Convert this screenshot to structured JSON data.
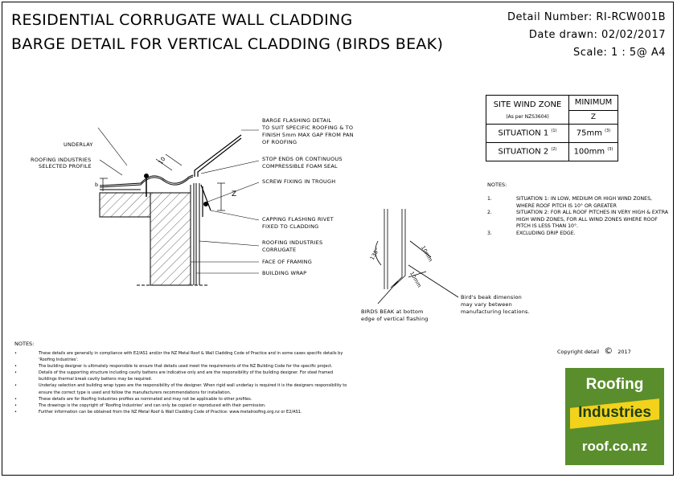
{
  "title": {
    "line1": "RESIDENTIAL CORRUGATE WALL CLADDING",
    "line2": "BARGE DETAIL FOR VERTICAL CLADDING (BIRDS BEAK)"
  },
  "meta": {
    "detail_number": "Detail Number:  RI-RCW001B",
    "date_drawn": "Date drawn:  02/02/2017",
    "scale": "Scale:    1 : 5@ A4"
  },
  "wind_table": {
    "header_left": "SITE WIND ZONE",
    "header_left_sub": "(As per NZS3604)",
    "header_right": "MINIMUM",
    "header_right_sub": "Z",
    "row1_label": "SITUATION 1",
    "row1_ref": "(1)",
    "row1_value": "75mm",
    "row1_value_ref": "(3)",
    "row2_label": "SITUATION 2",
    "row2_ref": "(2)",
    "row2_value": "100mm",
    "row2_value_ref": "(3)"
  },
  "right_notes": {
    "heading": "NOTES:",
    "items": [
      {
        "num": "1.",
        "text": "SITUATION 1: IN LOW, MEDIUM OR HIGH WIND ZONES, WHERE ROOF PITCH IS 10° OR GREATER"
      },
      {
        "num": "2.",
        "text": "SITUATION 2: FOR ALL ROOF PITCHES IN VERY HIGH & EXTRA HIGH WIND ZONES, FOR ALL WIND ZONES WHERE ROOF PITCH IS LESS THAN 10°."
      },
      {
        "num": "3.",
        "text": "EXCLUDING DRIP EDGE."
      }
    ]
  },
  "labels": {
    "underlay": "UNDERLAY",
    "ri_profile_1": "ROOFING INDUSTRIES",
    "ri_profile_2": "SELECTED PROFILE",
    "barge_1": "BARGE FLASHING DETAIL",
    "barge_2": "TO SUIT SPECIFIC ROOFING & TO",
    "barge_3": "FINISH 5mm MAX GAP FROM PAN",
    "barge_4": "OF ROOFING",
    "stop_1": "STOP ENDS OR CONTINUOUS",
    "stop_2": "COMPRESSIBLE FOAM SEAL",
    "screw": "SCREW FIXING IN TROUGH",
    "capping_1": "CAPPING FLASHING RIVET",
    "capping_2": "FIXED TO CLADDING",
    "corrugate_1": "ROOFING INDUSTRIES",
    "corrugate_2": "CORRUGATE",
    "framing": "FACE OF FRAMING",
    "wrap": "BUILDING WRAP",
    "dim_10": "10",
    "dim_b": "b",
    "dim_z": "Z",
    "dim_135": "135°",
    "dim_10mm_a": "10mm",
    "dim_10mm_b": "10mm",
    "bb_1": "BIRDS BEAK at bottom",
    "bb_2": "edge of vertical flashing",
    "bbnote_1": "Bird's beak dimension",
    "bbnote_2": "may vary between",
    "bbnote_3": "manufacturing locations."
  },
  "notes": {
    "heading": "NOTES:",
    "items": [
      "These details are generally in compliance with E2/AS1 and/or the NZ Metal Roof & Wall Cladding Code of Practice and in some cases specific details by 'Roofing Industries'.",
      "The building designer is ultimately responsible to ensure that details used meet the requirements of the NZ Building Code for the specific project.",
      "Details of the supporting structure including cavity battens are indicative only and are the responsibility of the building designer. For steel framed buildings thermal break cavity battens may be required.",
      "Underlay selection and building wrap types are the responsibility of the designer. When rigid wall underlay is required it is the designers responsibility to ensure the correct type is used and follow the manufacturers recommendations for installation.",
      "These details are for Roofing Industries profiles as nominated and may not be applicable to other profiles.",
      "The drawings is the copyright of 'Roofing Industries' and can only be copied or reproduced with their permission.",
      "Further information can be obtained from the NZ Metal Roof & Wall Cladding Code of Practice: www.metalroofing.org.nz or E2/AS1."
    ]
  },
  "copyright": {
    "text": "Copyright detail",
    "symbol": "©",
    "year": "2017"
  },
  "logo": {
    "line1": "Roofing",
    "line2": "Industries",
    "line3": "roof.co.nz",
    "bg_color": "#5a8e2c",
    "accent_color": "#f2d21b"
  }
}
